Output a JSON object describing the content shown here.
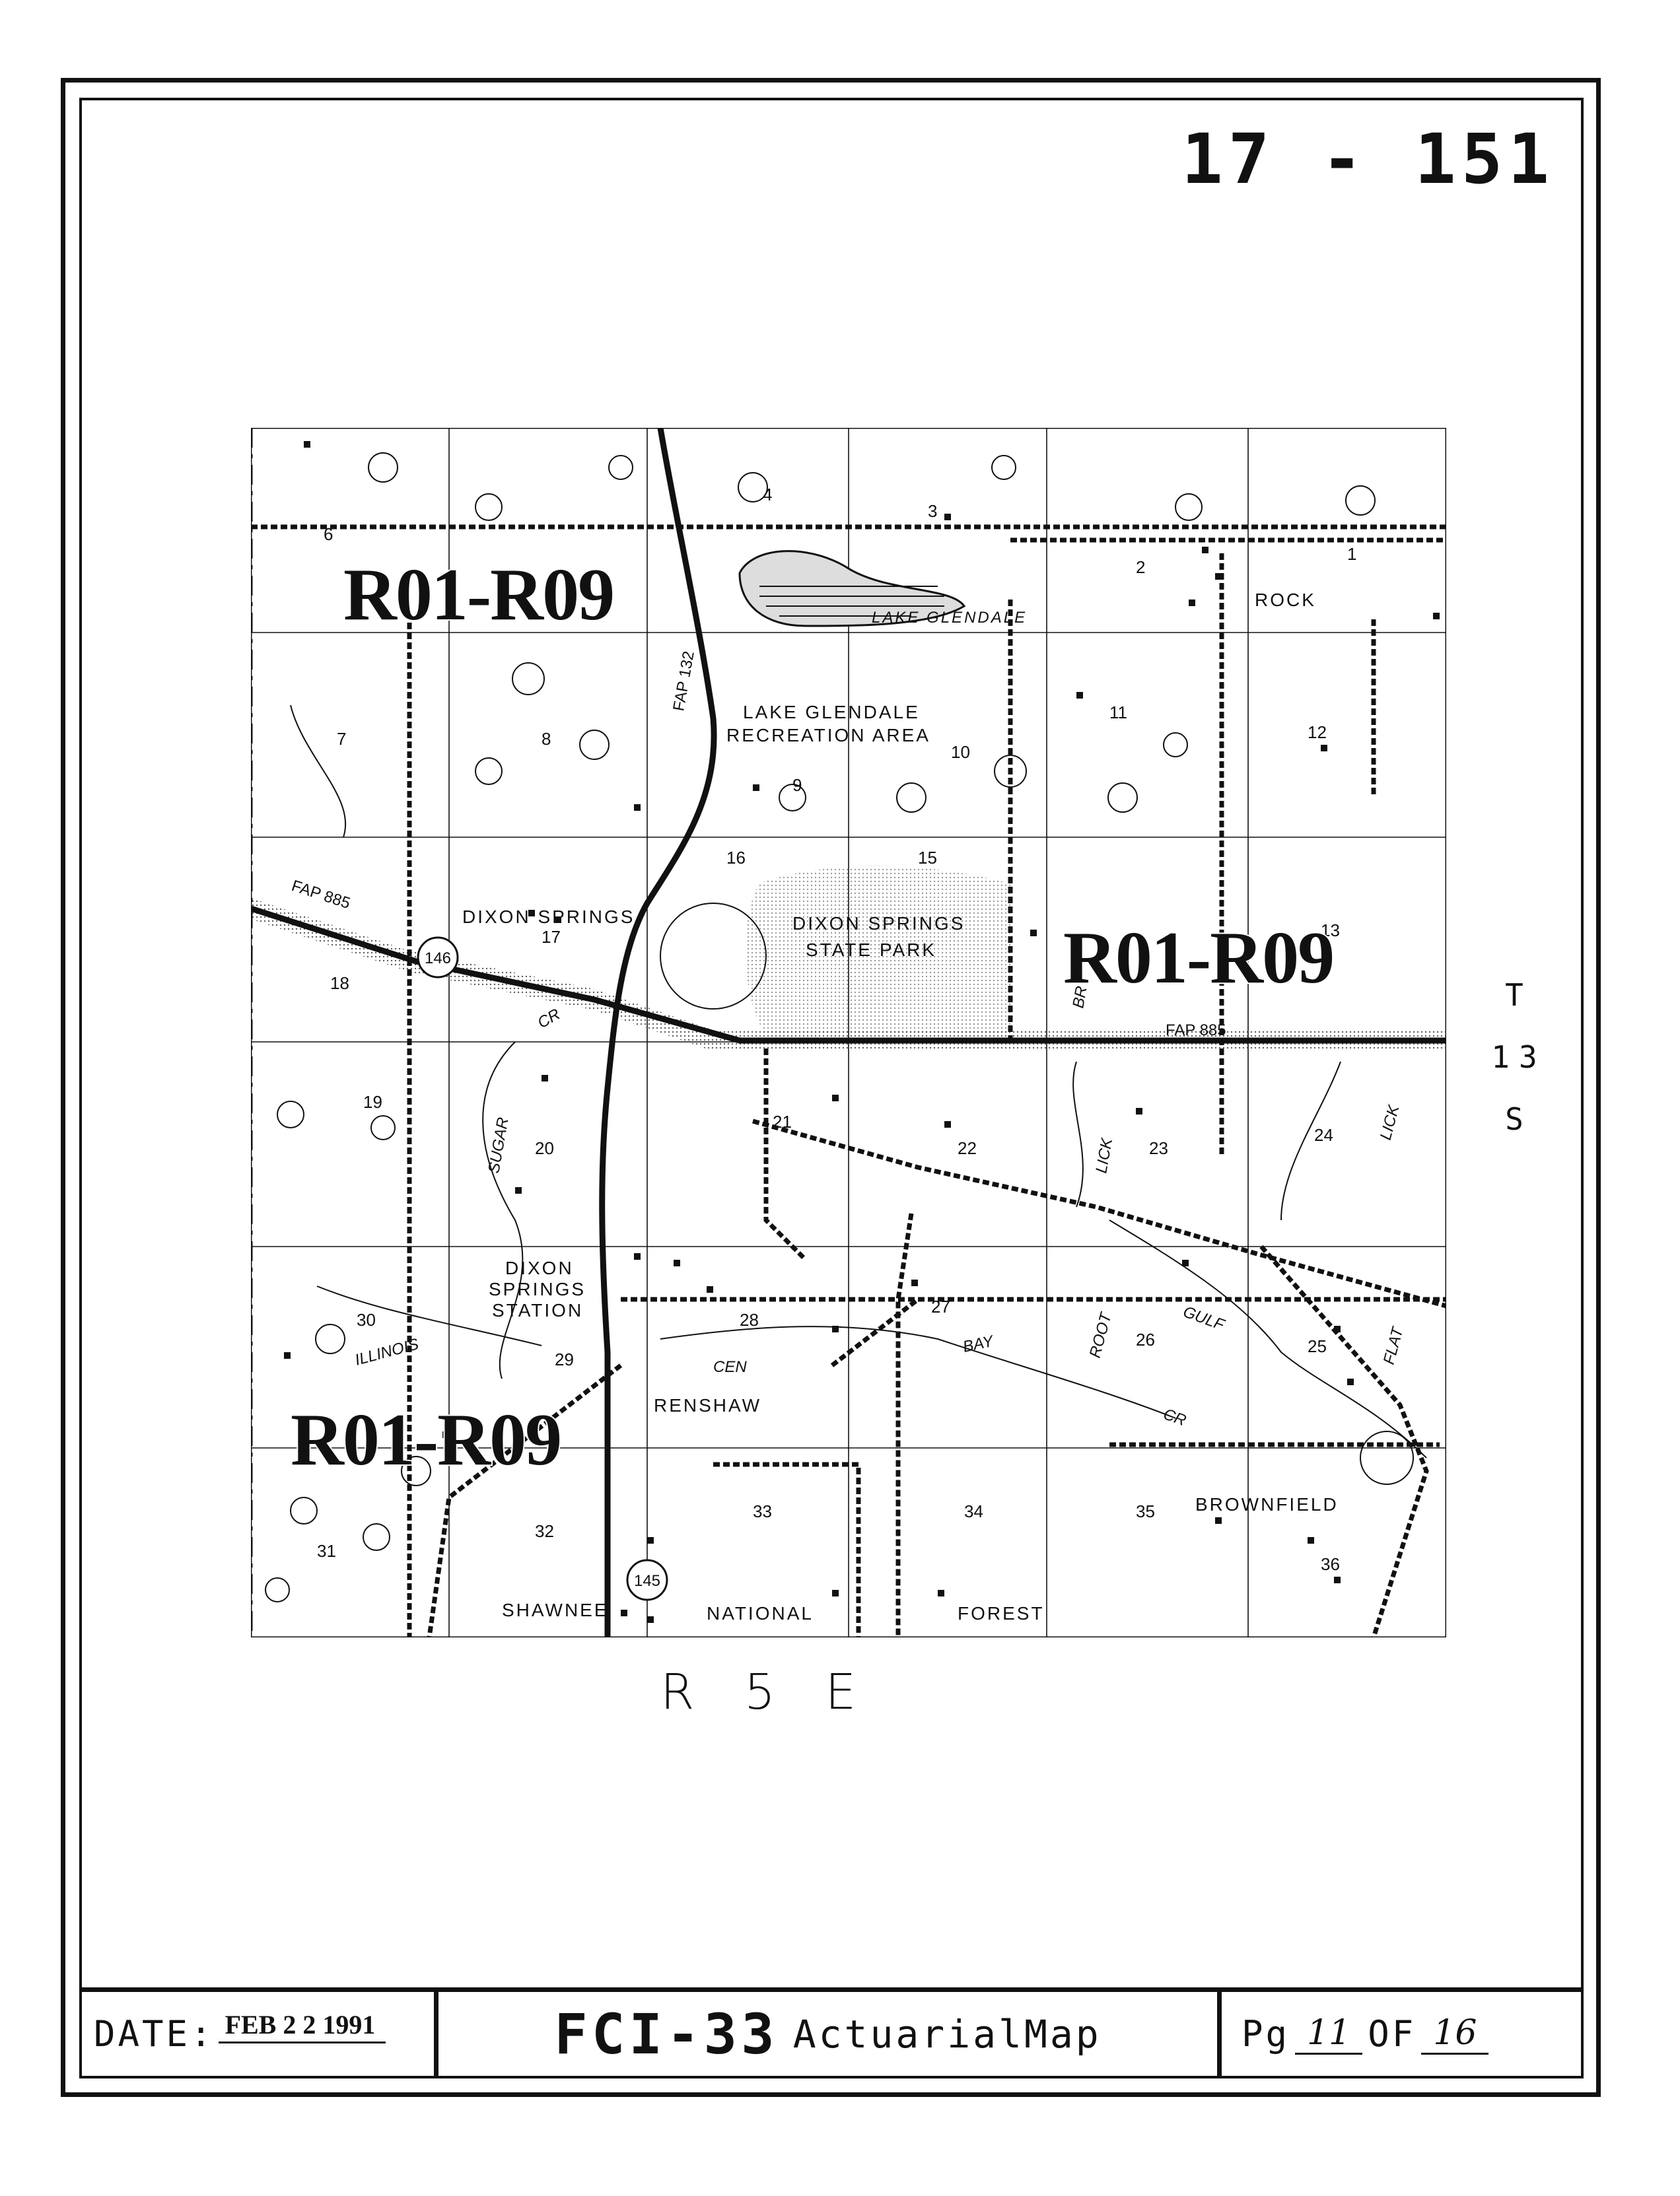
{
  "header": {
    "map_id": "17 - 151"
  },
  "map": {
    "stamp": "R01-R09",
    "sections": [
      "1",
      "2",
      "3",
      "4",
      "6",
      "7",
      "8",
      "9",
      "10",
      "11",
      "12",
      "13",
      "15",
      "16",
      "17",
      "18",
      "19",
      "20",
      "21",
      "22",
      "23",
      "24",
      "25",
      "26",
      "27",
      "28",
      "29",
      "30",
      "31",
      "32",
      "33",
      "34",
      "35",
      "36"
    ],
    "places": {
      "rock": "ROCK",
      "lake_glendale": "LAKE GLENDALE",
      "recreation_area_1": "LAKE GLENDALE",
      "recreation_area_2": "RECREATION AREA",
      "dixon_springs": "DIXON SPRINGS",
      "state_park_1": "DIXON SPRINGS",
      "state_park_2": "STATE PARK",
      "station_1": "DIXON",
      "station_2": "SPRINGS",
      "station_3": "STATION",
      "renshaw": "RENSHAW",
      "brownfield": "BROWNFIELD",
      "shawnee": "SHAWNEE",
      "national": "NATIONAL",
      "forest": "FOREST"
    },
    "roads": {
      "fap885_w": "FAP 885",
      "fap885_e": "FAP 885",
      "fap132": "FAP 132",
      "route146": "146",
      "route145": "145"
    },
    "creeks": {
      "sugar": "SUGAR",
      "lick_1": "LICK",
      "lick_2": "LICK",
      "illinois": "ILLINOIS",
      "cen": "CEN",
      "bay": "BAY",
      "root": "ROOT",
      "gulf": "GULF",
      "cr": "CR",
      "flat": "FLAT",
      "br": "BR",
      "cr_small": "CR"
    },
    "range": "R 5 E",
    "township": [
      "T",
      "13",
      "S"
    ]
  },
  "footer": {
    "date_label": "DATE:",
    "date_value": "FEB 2 2 1991",
    "code": "FCI-33",
    "title": "ActuarialMap",
    "page_label": "Pg",
    "page_current": "11",
    "of_label": "OF",
    "page_total": "16"
  }
}
